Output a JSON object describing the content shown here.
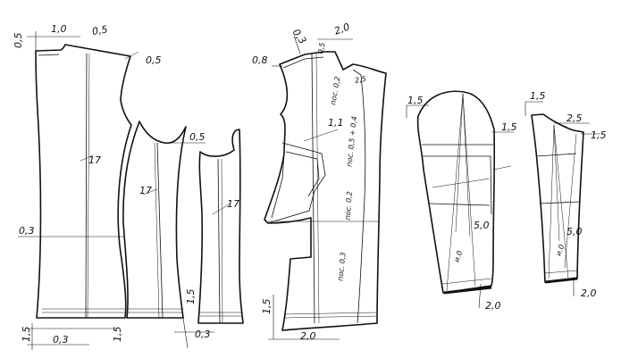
{
  "colors": {
    "ink": "#111111",
    "paper": "#ffffff"
  },
  "pieces": {
    "back": {
      "labels": [
        "0,5",
        "1,0",
        "0,5",
        "0,5",
        "17",
        "0,3",
        "1,5",
        "0,3"
      ]
    },
    "side_front": {
      "labels": [
        "0,5",
        "17",
        "1,5",
        "1,5",
        "0,3"
      ]
    },
    "side_panel": {
      "labels": [
        "17"
      ]
    },
    "front": {
      "labels": [
        "0,8",
        "0,3",
        "2,0",
        "2,5",
        "0,5",
        "пос. 0,2",
        "пос. 0,5 + 0,4",
        "1,1",
        "пос. 0,2",
        "1,5",
        "пос. 0,3",
        "2,0"
      ]
    },
    "upper_sleeve": {
      "labels": [
        "1,5",
        "1,5",
        "5,0",
        "и.0",
        "2,0"
      ]
    },
    "under_sleeve": {
      "labels": [
        "1,5",
        "2,5",
        "1,5",
        "5,0",
        "и.0",
        "2,0"
      ]
    }
  }
}
